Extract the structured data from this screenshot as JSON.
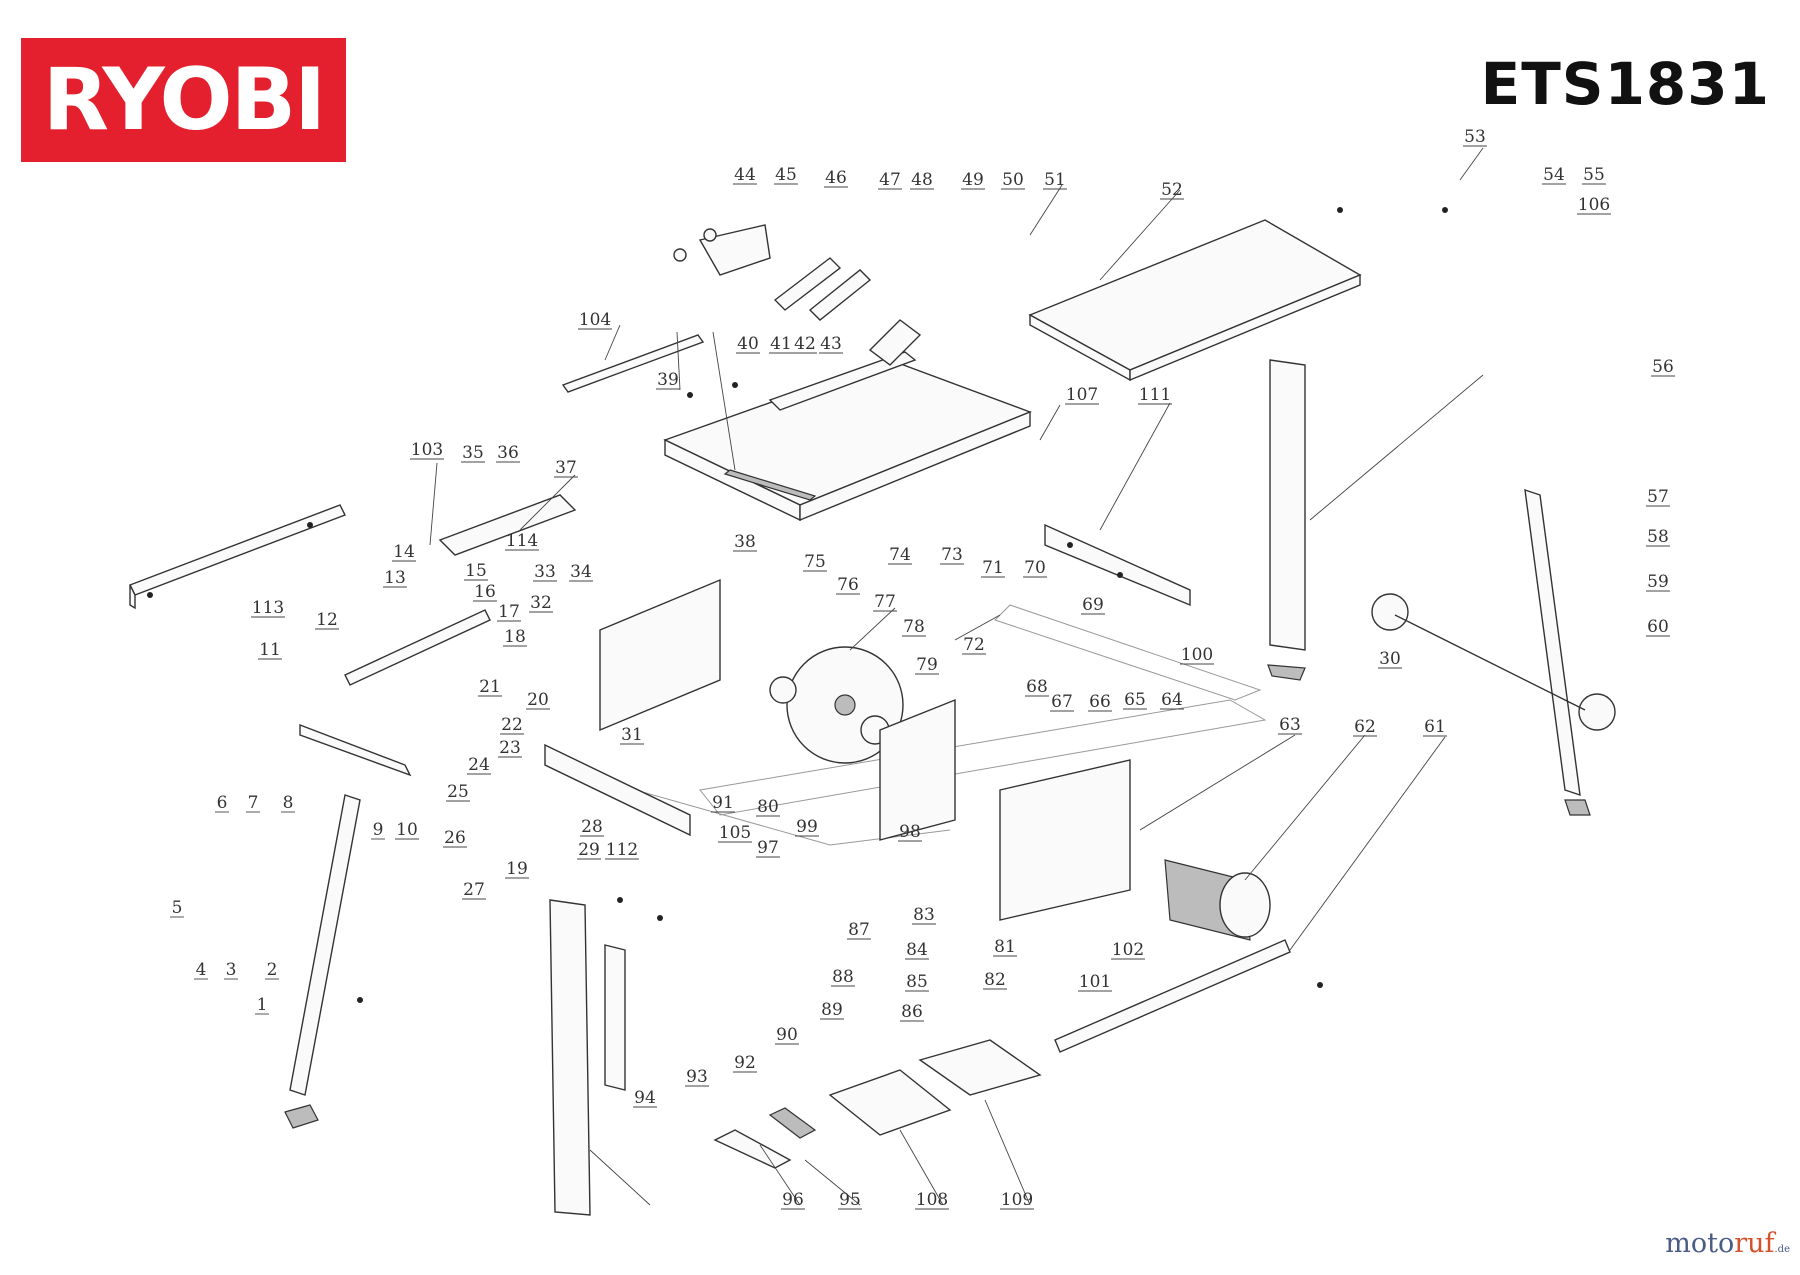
{
  "brand": "RYOBI",
  "model": "ETS1831",
  "watermark": {
    "part1": "moto",
    "part2": "ruf",
    "suffix": ".de"
  },
  "colors": {
    "brand_red": "#e4202e",
    "line": "#333333",
    "watermark_blue": "#4a5b86",
    "watermark_orange": "#d4522a"
  },
  "part_numbers": [
    "1",
    "2",
    "3",
    "4",
    "5",
    "6",
    "7",
    "8",
    "9",
    "10",
    "11",
    "12",
    "13",
    "14",
    "15",
    "16",
    "17",
    "18",
    "19",
    "20",
    "21",
    "22",
    "23",
    "24",
    "25",
    "26",
    "27",
    "28",
    "29",
    "30",
    "31",
    "32",
    "33",
    "34",
    "35",
    "36",
    "37",
    "38",
    "39",
    "40",
    "41",
    "42",
    "43",
    "44",
    "45",
    "46",
    "47",
    "48",
    "49",
    "50",
    "51",
    "52",
    "53",
    "54",
    "55",
    "56",
    "57",
    "58",
    "59",
    "60",
    "61",
    "62",
    "63",
    "64",
    "65",
    "66",
    "67",
    "68",
    "69",
    "70",
    "71",
    "72",
    "73",
    "74",
    "75",
    "76",
    "77",
    "78",
    "79",
    "80",
    "81",
    "82",
    "83",
    "84",
    "85",
    "86",
    "87",
    "88",
    "89",
    "90",
    "91",
    "92",
    "93",
    "94",
    "95",
    "96",
    "97",
    "98",
    "99",
    "100",
    "101",
    "102",
    "103",
    "104",
    "105",
    "106",
    "107",
    "108",
    "109",
    "111",
    "112",
    "113",
    "114"
  ]
}
